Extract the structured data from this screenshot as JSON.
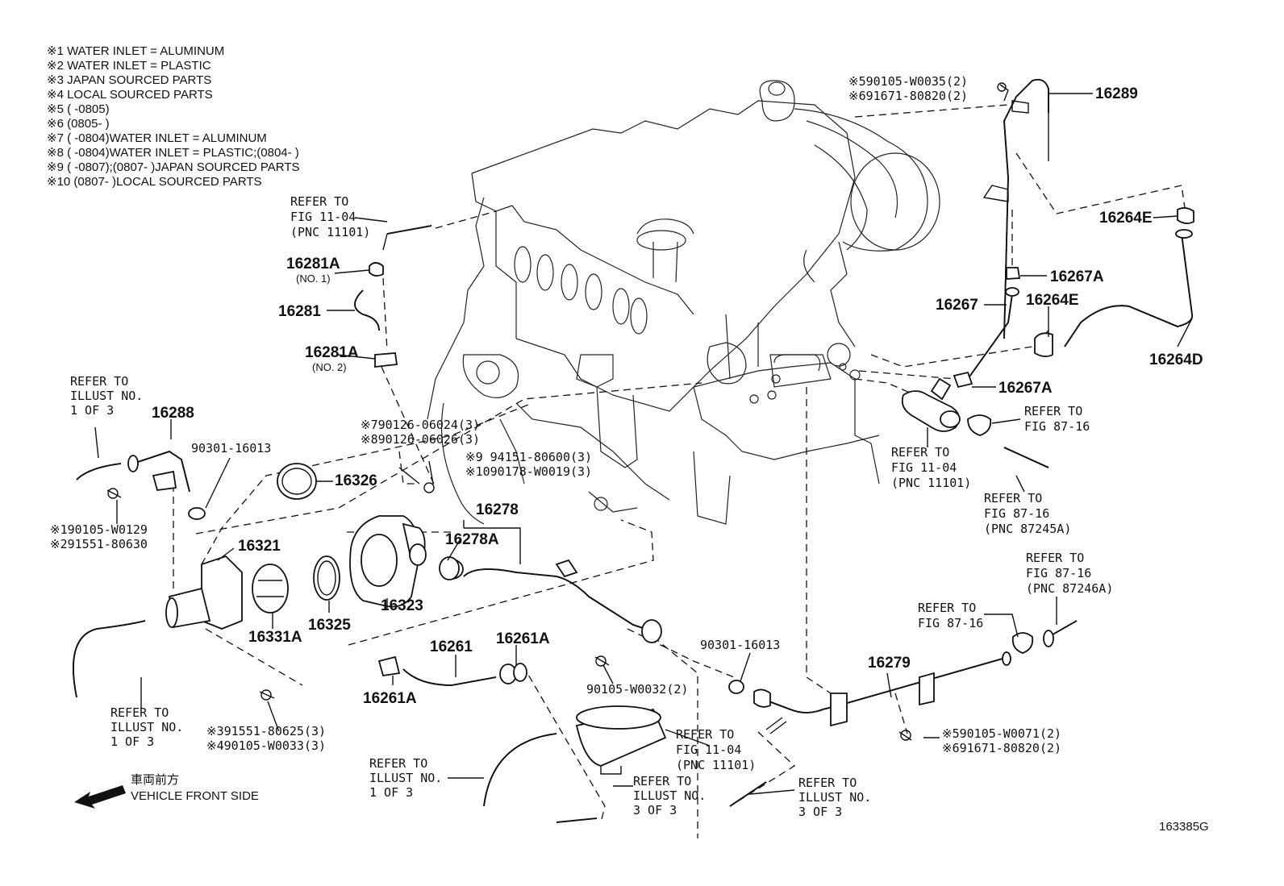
{
  "notes": [
    "※1 WATER INLET = ALUMINUM",
    "※2 WATER INLET = PLASTIC",
    "※3 JAPAN SOURCED PARTS",
    "※4 LOCAL SOURCED PARTS",
    "※5 (       -0805)",
    "※6 (0805-       )",
    "※7 (       -0804)WATER INLET = ALUMINUM",
    "※8 (       -0804)WATER INLET = PLASTIC;(0804-       )",
    "※9 (       -0807);(0807-       )JAPAN SOURCED PARTS",
    "※10 (0807-       )LOCAL SOURCED PARTS"
  ],
  "parts": {
    "p16289": "16289",
    "p16264E_a": "16264E",
    "p16267A_a": "16267A",
    "p16267": "16267",
    "p16264E_b": "16264E",
    "p16264D": "16264D",
    "p16267A_b": "16267A",
    "p16281A_a": "16281A",
    "p16281A_a_sub": "(NO. 1)",
    "p16281": "16281",
    "p16281A_b": "16281A",
    "p16281A_b_sub": "(NO. 2)",
    "p16288": "16288",
    "p16326": "16326",
    "p16321": "16321",
    "p16331A": "16331A",
    "p16325": "16325",
    "p16323": "16323",
    "p16278": "16278",
    "p16278A": "16278A",
    "p16261": "16261",
    "p16261A_a": "16261A",
    "p16261A_b": "16261A",
    "p16279": "16279"
  },
  "fasteners": {
    "f_90301_16013_a": "90301-16013",
    "f_90301_16013_b": "90301-16013",
    "f_7": "※790126-06024(3)",
    "f_8": "※890126-06026(3)",
    "f_9": "※9  94151-80600(3)",
    "f_10": "※1090178-W0019(3)",
    "f_1": "※190105-W0129",
    "f_2": "※291551-80630",
    "f_3": "※391551-80625(3)",
    "f_4": "※490105-W0033(3)",
    "f_90105_w0032": "90105-W0032(2)",
    "f_5a": "※590105-W0035(2)",
    "f_6a": "※691671-80820(2)",
    "f_5b": "※590105-W0071(2)",
    "f_6b": "※691671-80820(2)"
  },
  "refs": {
    "r_fig1104_top": [
      "REFER TO",
      "FIG 11-04",
      "(PNC 11101)"
    ],
    "r_illust_left_top": [
      "REFER TO",
      "ILLUST NO.",
      "1 OF 3"
    ],
    "r_fig1104_right": [
      "REFER TO",
      "FIG 11-04",
      "(PNC 11101)"
    ],
    "r_fig8716_a": [
      "REFER TO",
      "FIG 87-16"
    ],
    "r_fig8716_b": [
      "REFER TO",
      "FIG 87-16",
      "(PNC 87245A)"
    ],
    "r_fig8716_c": [
      "REFER TO",
      "FIG 87-16",
      "(PNC 87246A)"
    ],
    "r_fig8716_d": [
      "REFER TO",
      "FIG 87-16"
    ],
    "r_illust_left_bottom": [
      "REFER TO",
      "ILLUST NO.",
      "1 OF 3"
    ],
    "r_illust_bottom_mid": [
      "REFER TO",
      "ILLUST NO.",
      "1 OF 3"
    ],
    "r_illust_3of3_a": [
      "REFER TO",
      "ILLUST NO.",
      "3 OF 3"
    ],
    "r_fig1104_bottom": [
      "REFER TO",
      "FIG 11-04",
      "(PNC 11101)"
    ],
    "r_illust_3of3_b": [
      "REFER TO",
      "ILLUST NO.",
      "3 OF 3"
    ]
  },
  "direction": {
    "jp": "車両前方",
    "en": "VEHICLE FRONT SIDE"
  },
  "figure_id": "163385G"
}
